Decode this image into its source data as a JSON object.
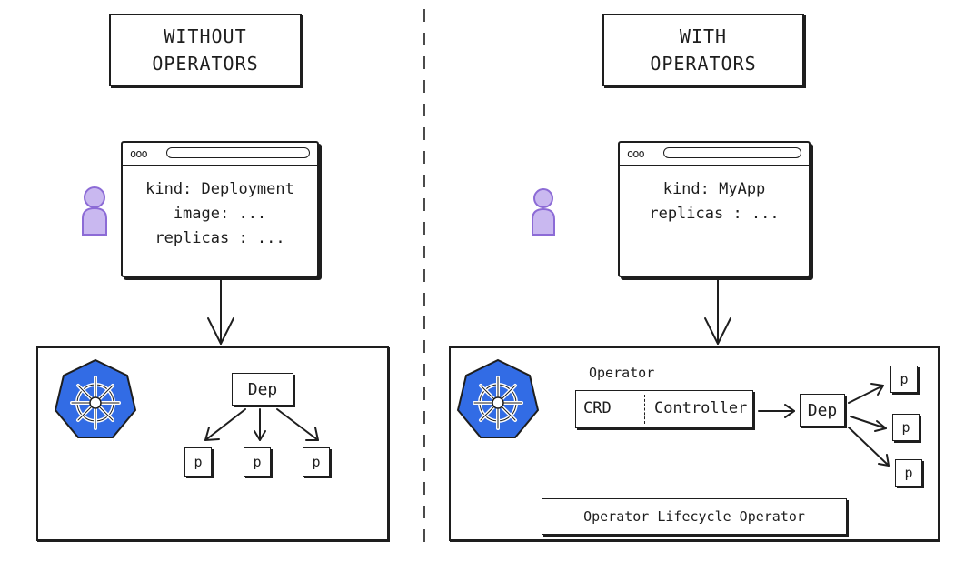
{
  "left_panel": {
    "title_line1": "WITHOUT",
    "title_line2": "OPERATORS",
    "manifest": [
      "kind: Deployment",
      "image: ...",
      "replicas : ..."
    ],
    "deployment_label": "Dep",
    "pods": [
      "p",
      "p",
      "p"
    ]
  },
  "right_panel": {
    "title_line1": "WITH",
    "title_line2": "OPERATORS",
    "manifest": [
      "kind: MyApp",
      "replicas : ..."
    ],
    "operator_label": "Operator",
    "crd_label": "CRD",
    "controller_label": "Controller",
    "deployment_label": "Dep",
    "pods": [
      "p",
      "p",
      "p"
    ],
    "lifecycle_label": "Operator Lifecycle Operator"
  },
  "browser_dots": "ooo",
  "colors": {
    "ink": "#1e1e1e",
    "kubernetes_blue": "#326ce5",
    "user_purple": "#8c6bd6"
  },
  "icons": [
    "user-icon",
    "kubernetes-logo-icon",
    "arrow-icon"
  ]
}
